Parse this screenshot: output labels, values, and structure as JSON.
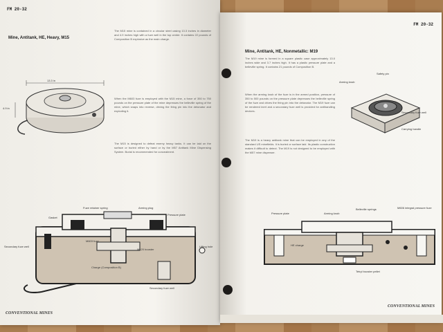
{
  "left_page": {
    "header": "FM 20-32",
    "title": "Mine, Antitank, HE, Heavy, M15",
    "paragraphs": [
      "The M15 mine is contained in a circular steel casing 13.3 inches in diameter and 4.9 inches high with a fuze well in the top center. It contains 22 pounds of Composition B explosive as the main charge.",
      "When the M603 fuze is employed with the M15 mine, a force of 350 to 750 pounds on the pressure plate of the mine depresses the belleville spring of the mine, which snaps into reverse, driving the firing pin into the detonator and exploding it.",
      "The M15 is designed to defeat enemy heavy tanks. It can be laid on the surface or buried either by hand or by the M57 Antitank Mine Dispensing System. Burial is recommended for concealment."
    ],
    "dimensions": {
      "diameter": "13.3 in",
      "height": "4.9 in"
    },
    "diagram_labels": {
      "fuze_retainer_spring": "Fuze retainer spring",
      "arming_plug": "Arming plug",
      "pressure_plate": "Pressure plate",
      "gasket": "Gasket",
      "m603_fuze": "M603 fuze",
      "m120_booster": "M120 booster",
      "secondary_fuze_well_left": "Secondary fuze well",
      "lifting_hole": "Lifting hole",
      "charge": "Charge (Composition B)",
      "secondary_fuze_well_bottom": "Secondary fuze well"
    },
    "footer": "CONVENTIONAL MINES"
  },
  "right_page": {
    "header": "FM 20-32",
    "title": "Mine, Antitank, HE, Nonmetallic: M19",
    "paragraphs": [
      "The M19 mine is formed in a square plastic case approximately 13.0 inches wide and 3.7 inches high. It has a plastic pressure plate and a belleville spring. It contains 21 pounds of Composition B.",
      "When the arming knob of the fuze is in the armed position, pressure of 350 to 500 pounds on the pressure plate depresses the belleville spring of the fuze and drives the firing pin into the detonator. The M19 fuze can be rendered inert and a secondary fuze well is provided for antihandling devices.",
      "The M19 is a heavy antitank mine that can be employed in any of the standard US minefields. It is buried or surface laid. Its plastic construction makes it difficult to detect. The M19 is not designed to be employed with the M57 mine dispenser."
    ],
    "diagram_labels": {
      "safety_pin": "Safety pin",
      "pressure_plate": "Pressure plate",
      "arming_knob": "Arming knob",
      "belleville_springs": "Belleville springs",
      "m606_fuze": "M606 integral pressure fuze",
      "he_charge": "HE charge",
      "tetryl_booster": "Tetryl booster pellet",
      "carrying_handle": "Carrying handle",
      "secondary_fuze_well": "Secondary fuze well"
    },
    "footer": "CONVENTIONAL MINES"
  },
  "colors": {
    "paper": "#f3f1ec",
    "table": "#b58a5c",
    "charge": "#cfc3b2",
    "ink": "#2a2a2a"
  }
}
